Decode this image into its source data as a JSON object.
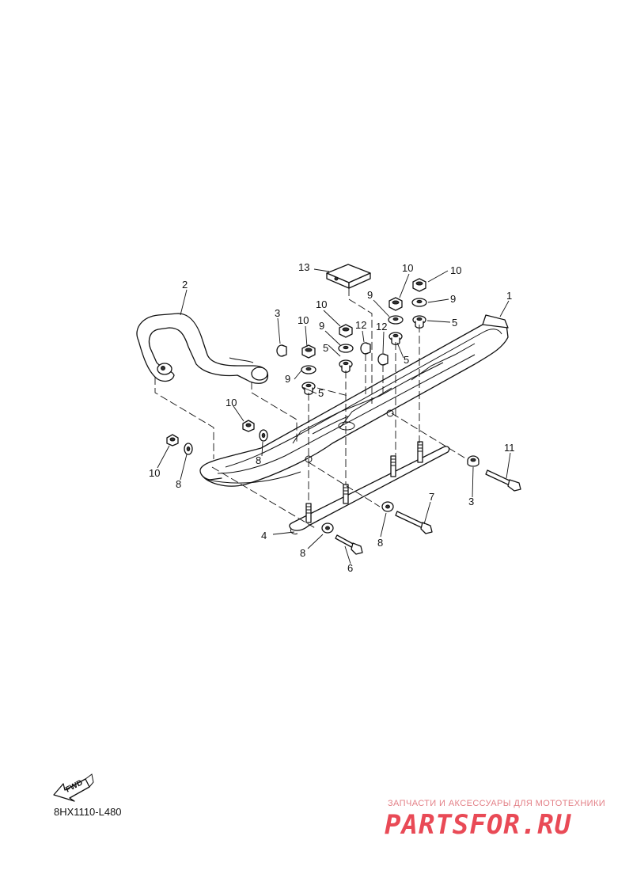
{
  "diagram": {
    "callouts": [
      "1",
      "2",
      "3",
      "3",
      "4",
      "5",
      "5",
      "5",
      "5",
      "6",
      "7",
      "8",
      "8",
      "8",
      "8",
      "9",
      "9",
      "9",
      "9",
      "10",
      "10",
      "10",
      "10",
      "10",
      "10",
      "11",
      "12",
      "12",
      "13"
    ],
    "fwd_label": "FWD",
    "drawing_code": "8HX1110-L480"
  },
  "watermark": {
    "subtitle": "ЗАПЧАСТИ И АКСЕССУАРЫ ДЛЯ МОТОТЕХНИКИ",
    "brand": "PARTSFOR.RU"
  },
  "colors": {
    "line": "#111111",
    "watermark": "#e94a56"
  }
}
